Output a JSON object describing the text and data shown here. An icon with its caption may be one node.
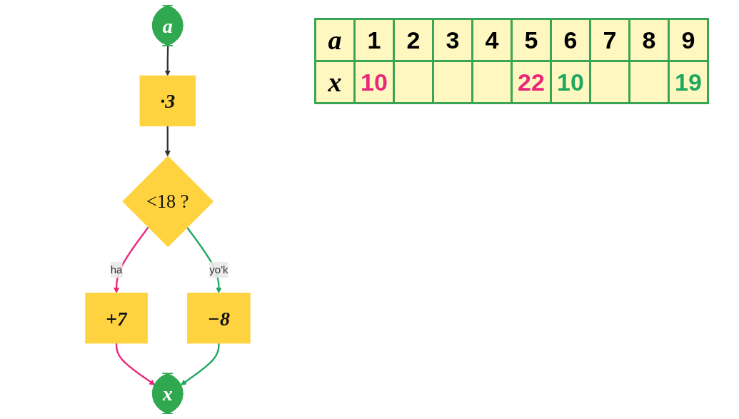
{
  "diagram": {
    "nodes": [
      {
        "text": [
          "a"
        ]
      },
      {
        "text": [
          "·3"
        ]
      },
      {
        "text": [
          "<18 ?"
        ]
      },
      {
        "text": [
          "+7"
        ]
      },
      {
        "text": [
          "−8"
        ]
      },
      {
        "text": [
          "x"
        ]
      }
    ],
    "edges": [
      {
        "from": 0,
        "to": 1,
        "arrow": "to"
      },
      {
        "from": 1,
        "to": 2,
        "arrow": "to"
      },
      {
        "from": 2,
        "to": 3,
        "arrow": "to",
        "label": "ha",
        "color": "#e8287a"
      },
      {
        "from": 2,
        "to": 4,
        "arrow": "to",
        "label": "yo'k",
        "color": "#1fa860"
      },
      {
        "from": 3,
        "to": 5,
        "arrow": "to",
        "color": "#e8287a"
      },
      {
        "from": 4,
        "to": 5,
        "arrow": "to",
        "color": "#1fa860"
      }
    ],
    "labels": [
      "a",
      "1",
      "2",
      "3",
      "4",
      "5",
      "6",
      "7",
      "8",
      "9",
      "x",
      "10",
      "22",
      "10",
      "19"
    ]
  }
}
